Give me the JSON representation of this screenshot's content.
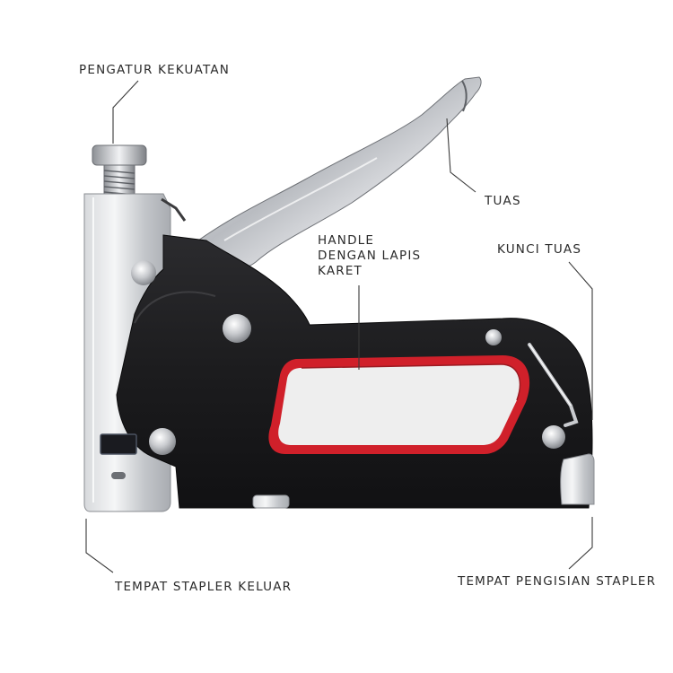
{
  "labels": {
    "strength_adjuster": "PENGATUR KEKUATAN",
    "lever": "TUAS",
    "handle_line1": "HANDLE",
    "handle_line2": "DENGAN LAPIS",
    "handle_line3": "KARET",
    "lever_lock": "KUNCI TUAS",
    "staple_exit": "TEMPAT STAPLER KELUAR",
    "staple_refill": "TEMPAT PENGISIAN STAPLER"
  },
  "colors": {
    "body": "#1f1f21",
    "metal": "#c9cbcf",
    "rubber": "#d0202a",
    "grip": "#eeeeee",
    "text": "#2b2b2b"
  }
}
